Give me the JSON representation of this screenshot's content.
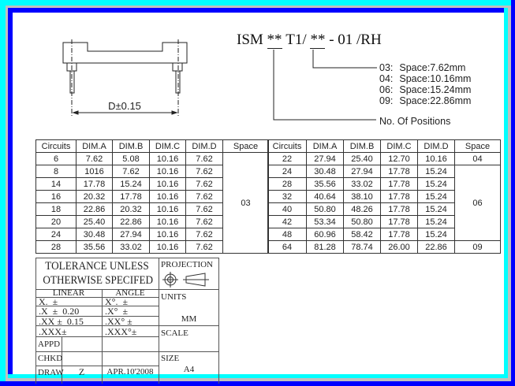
{
  "drawing": {
    "dimension_label": "D±0.15"
  },
  "part_number": {
    "prefix": "ISM",
    "positions_placeholder": "**",
    "series": "T1/",
    "space_placeholder": "**",
    "suffix": "- 01 /RH",
    "space_options": [
      {
        "code": "03:",
        "label": "Space:7.62mm"
      },
      {
        "code": "04:",
        "label": "Space:10.16mm"
      },
      {
        "code": "06:",
        "label": "Space:15.24mm"
      },
      {
        "code": "09:",
        "label": "Space:22.86mm"
      }
    ],
    "positions_label": "No. Of Positions"
  },
  "table": {
    "headers": [
      "Circuits",
      "DIM.A",
      "DIM.B",
      "DIM.C",
      "DIM.D",
      "Space"
    ],
    "left_rows": [
      [
        "6",
        "7.62",
        "5.08",
        "10.16",
        "7.62"
      ],
      [
        "8",
        "1016",
        "7.62",
        "10.16",
        "7.62"
      ],
      [
        "14",
        "17.78",
        "15.24",
        "10.16",
        "7.62"
      ],
      [
        "16",
        "20.32",
        "17.78",
        "10.16",
        "7.62"
      ],
      [
        "18",
        "22.86",
        "20.32",
        "10.16",
        "7.62"
      ],
      [
        "20",
        "25.40",
        "22.86",
        "10.16",
        "7.62"
      ],
      [
        "24",
        "30.48",
        "27.94",
        "10.16",
        "7.62"
      ],
      [
        "28",
        "35.56",
        "33.02",
        "10.16",
        "7.62"
      ]
    ],
    "left_space": "03",
    "right_rows": [
      [
        "22",
        "27.94",
        "25.40",
        "12.70",
        "10.16"
      ],
      [
        "24",
        "30.48",
        "27.94",
        "17.78",
        "15.24"
      ],
      [
        "28",
        "35.56",
        "33.02",
        "17.78",
        "15.24"
      ],
      [
        "32",
        "40.64",
        "38.10",
        "17.78",
        "15.24"
      ],
      [
        "40",
        "50.80",
        "48.26",
        "17.78",
        "15.24"
      ],
      [
        "42",
        "53.34",
        "50.80",
        "17.78",
        "15.24"
      ],
      [
        "48",
        "60.96",
        "58.42",
        "17.78",
        "15.24"
      ],
      [
        "64",
        "81.28",
        "78.74",
        "26.00",
        "22.86"
      ]
    ],
    "right_spaces": [
      "04",
      "06",
      "09"
    ]
  },
  "title_block": {
    "tolerance_line1": "TOLERANCE UNLESS",
    "tolerance_line2": "OTHERWISE SPECIFED",
    "linear": "LINEAR",
    "angle": "ANGLE",
    "linear_rows": [
      "X.  ±",
      ".X  ±  0.20",
      ".XX ±  0.15",
      ".XXX±"
    ],
    "angle_rows": [
      "X°.  ±",
      ".X°  ±",
      ".XX° ±",
      ".XXX°±"
    ],
    "appd": "APPD",
    "chkd": "CHKD",
    "draw": "DRAW",
    "drawn_by": "Z",
    "date": "APR.10'2008",
    "projection": "PROJECTION",
    "units": "UNITS",
    "units_value": "MM",
    "scale": "SCALE",
    "size": "SIZE",
    "size_value": "A4"
  },
  "colors": {
    "frame_outer": "#00ffff",
    "frame_mid": "#c0c0c0",
    "frame_inner": "#0000ff"
  }
}
